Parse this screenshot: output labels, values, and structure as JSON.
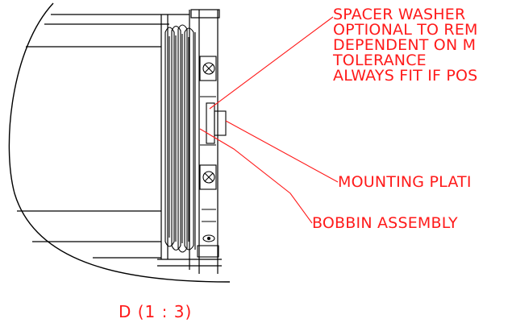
{
  "annotations": {
    "spacer_washer": [
      "SPACER WASHER",
      "OPTIONAL TO REM",
      "DEPENDENT ON M",
      "TOLERANCE",
      "ALWAYS FIT IF POS"
    ],
    "mounting_plate": "MOUNTING PLATI",
    "bobbin_assembly": "BOBBIN ASSEMBLY"
  },
  "view_label": "D  (1 : 3)",
  "colors": {
    "annotation": "#ff1a1a",
    "linework": "#000000",
    "background": "#ffffff"
  }
}
